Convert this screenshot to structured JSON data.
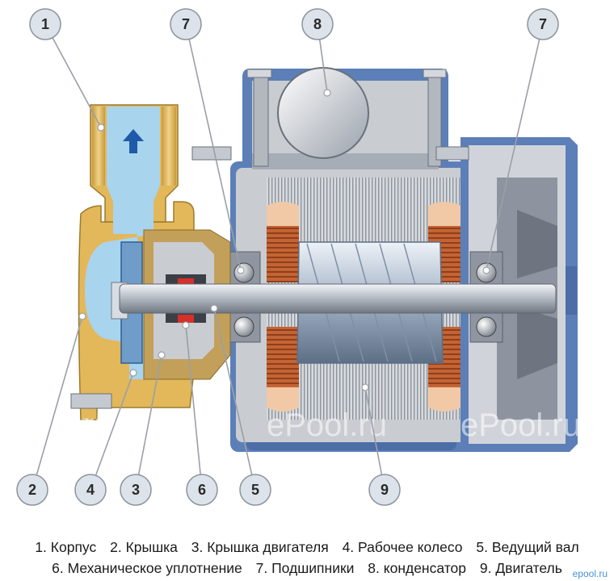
{
  "callouts": {
    "c1": "1",
    "c7a": "7",
    "c8": "8",
    "c7b": "7",
    "c2": "2",
    "c4": "4",
    "c3": "3",
    "c6": "6",
    "c5": "5",
    "c9": "9"
  },
  "legend": {
    "line1": [
      "1. Корпус",
      "2. Крышка",
      "3. Крышка двигателя",
      "4. Рабочее колесо",
      "5. Ведущий вал"
    ],
    "line2": [
      "6. Механическое уплотнение",
      "7. Подшипники",
      "8. конденсатор",
      "9. Двигатель"
    ]
  },
  "watermark": "ePool.ru",
  "brand": "epool.ru",
  "colors": {
    "housing": "#e2b85a",
    "water": "#a8d4ee",
    "motor_gray": "#c9ccd1",
    "frame_blue": "#5c7fb8",
    "winding": "#c96a3b",
    "rotor": "#b9c3d0",
    "callout_fill": "#dde3ea",
    "arrow": "#1e5aa8"
  }
}
